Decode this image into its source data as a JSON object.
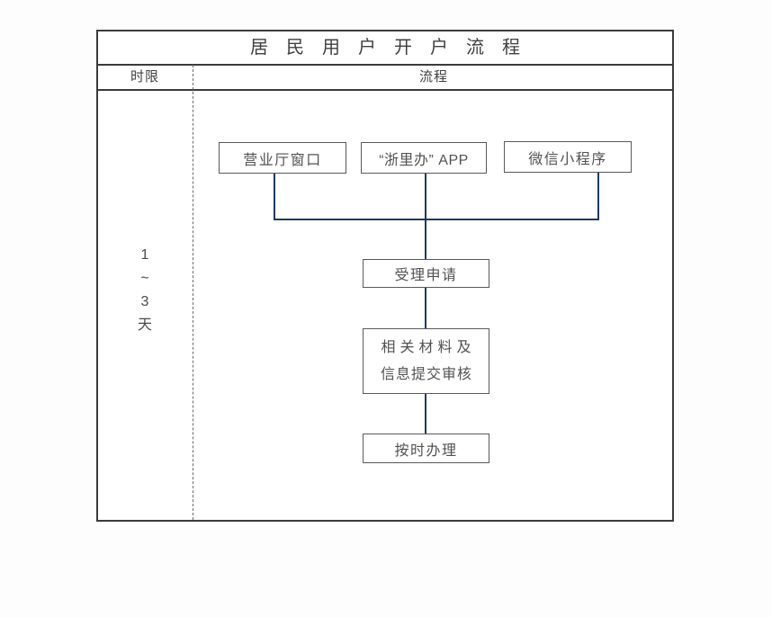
{
  "table": {
    "title": "居民用户开户流程",
    "columns": {
      "left": "时限",
      "right": "流程"
    },
    "duration": {
      "text": "1~3天",
      "chars": [
        "1",
        "~",
        "3",
        "天"
      ]
    }
  },
  "flow": {
    "sources": [
      {
        "label": "营业厅窗口"
      },
      {
        "label": "“浙里办” APP"
      },
      {
        "label": "微信小程序"
      }
    ],
    "steps": [
      {
        "label": "受理申请"
      },
      {
        "line1": "相关材料及",
        "line2": "信息提交审核"
      },
      {
        "label": "按时办理"
      }
    ]
  },
  "colors": {
    "table_border": "#3b3b3b",
    "box_border": "#595959",
    "connector": "#1f3864",
    "text": "#4d4d4d",
    "background": "#fdfdfd"
  }
}
